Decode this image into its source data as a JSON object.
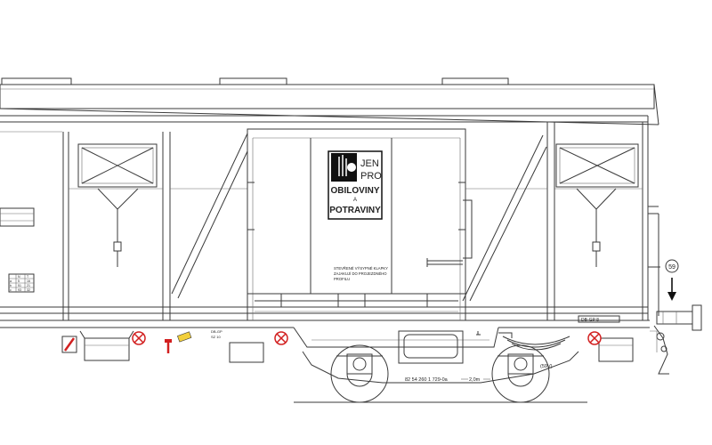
{
  "placard": {
    "line1": "JEN",
    "line2": "PRO",
    "line3": "OBILOVINY",
    "line4": "A",
    "line5": "POTRAVINY"
  },
  "door_notice": [
    "STEVŘENÉ VÝSYPNÉ KLAPKY",
    "ZAJAKUJÍ DO PROJEZDNÉHO",
    "PROFILU"
  ],
  "left_label": [
    "DB-GP",
    "SZ 10"
  ],
  "wagon_number": "82 54 260 1 729-0a",
  "axle_distance": "2,0m",
  "brake_code": "(59V)",
  "circle_number": "59",
  "plate_code": "DB-GP 8",
  "table_rows": [
    [
      "",
      "N",
      "T"
    ],
    [
      "a",
      "5",
      "16"
    ],
    [
      "b",
      "51",
      "21"
    ],
    [
      "c",
      "93",
      "32"
    ]
  ],
  "colors": {
    "line": "#3a3a3a",
    "red": "#d22020",
    "yellow": "#f2cf3a"
  }
}
